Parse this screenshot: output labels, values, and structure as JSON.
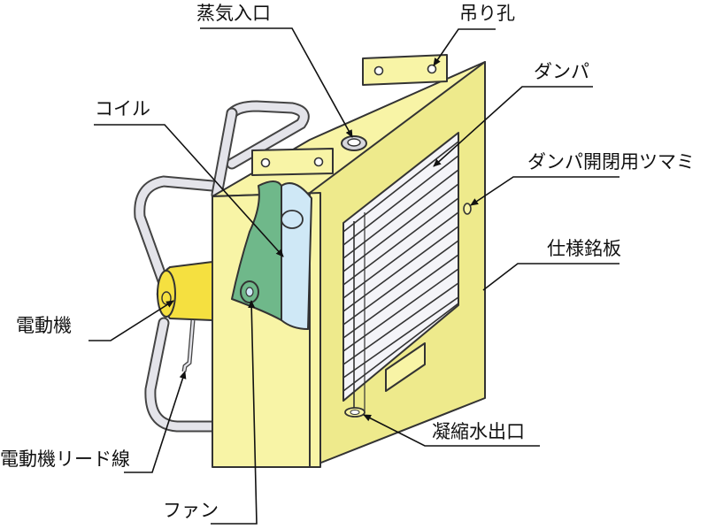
{
  "labels": {
    "steam_inlet": "蒸気入口",
    "hanging_hole": "吊り孔",
    "damper": "ダンパ",
    "coil": "コイル",
    "damper_knob": "ダンパ開閉用ツマミ",
    "nameplate": "仕様銘板",
    "motor": "電動機",
    "motor_lead": "電動機リード線",
    "fan": "ファン",
    "condensate_outlet": "凝縮水出口"
  },
  "colors": {
    "housing": "#f8f4a6",
    "housing_side": "#eeea8c",
    "coil": "#6fb88a",
    "coil_light": "#cfe8f6",
    "motor": "#f5e040",
    "frame": "#e4e4ea",
    "outline": "#333333"
  }
}
